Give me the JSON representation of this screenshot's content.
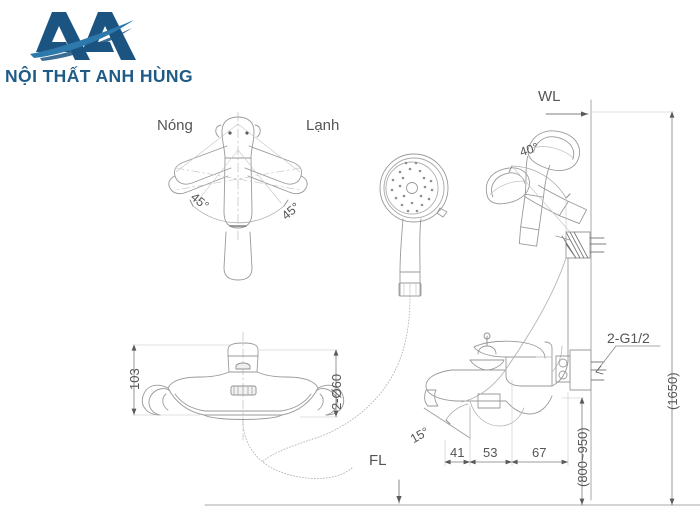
{
  "brand": {
    "company_name": "NỘI THẤT ANH HÙNG",
    "logo_icon": "ah-monogram-icon",
    "logo_color": "#1f5b87",
    "logo_accent_color": "#2e79ab"
  },
  "drawing": {
    "title": "Bath shower mixer technical drawing",
    "line_color": "#8f8f8f",
    "dimension_color": "#5a5a5a",
    "views": {
      "top_view": {
        "name": "handle-rotation-top-view",
        "labels": {
          "hot": "Nóng",
          "cold": "Lạnh",
          "angle_left": "45°",
          "angle_right": "45°"
        }
      },
      "front_view": {
        "name": "mixer-front-view",
        "labels": {
          "height": "103",
          "inlet_centers": "2-Ø60"
        }
      },
      "shower_view": {
        "name": "handheld-shower-view",
        "labels": {}
      },
      "side_view": {
        "name": "mixer-side-installation-view",
        "labels": {
          "water_level": "WL",
          "floor_level": "FL",
          "holder_angle": "40°",
          "spout_angle": "15°",
          "thread": "2-G1/2",
          "wall_height": "(1650)",
          "mixer_height": "(800~950)",
          "dim_a": "41",
          "dim_b": "53",
          "dim_c": "67"
        }
      }
    }
  }
}
